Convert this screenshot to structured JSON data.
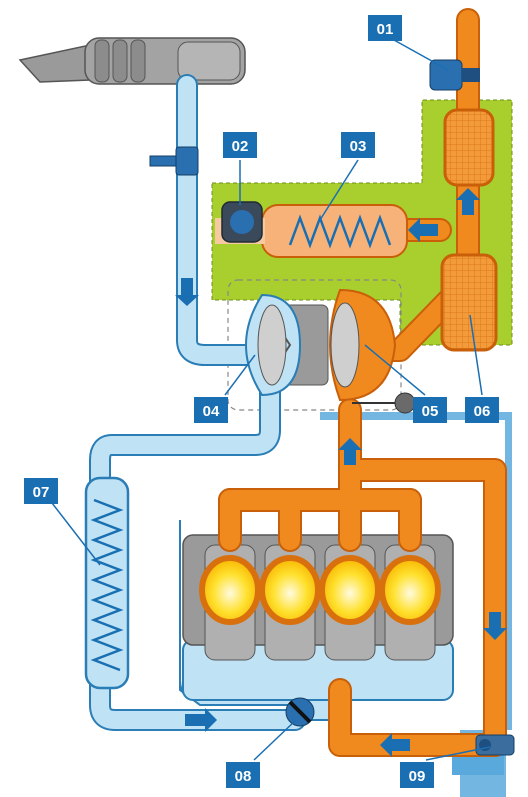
{
  "colors": {
    "intake_air": "#bfe3f5",
    "intake_outline": "#2a7db5",
    "exhaust": "#f08a1e",
    "exhaust_dark": "#d9700e",
    "egr_zone": "#a8cf2e",
    "boost_zone": "#5aa9dc",
    "label_bg": "#1a6fb3",
    "engine_grey": "#9a9a9a",
    "combustion": "#ffd400",
    "arrow": "#1a6fb3"
  },
  "labels": [
    {
      "id": "01",
      "text": "01"
    },
    {
      "id": "02",
      "text": "02"
    },
    {
      "id": "03",
      "text": "03"
    },
    {
      "id": "04",
      "text": "04"
    },
    {
      "id": "05",
      "text": "05"
    },
    {
      "id": "06",
      "text": "06"
    },
    {
      "id": "07",
      "text": "07"
    },
    {
      "id": "08",
      "text": "08"
    },
    {
      "id": "09",
      "text": "09"
    }
  ]
}
